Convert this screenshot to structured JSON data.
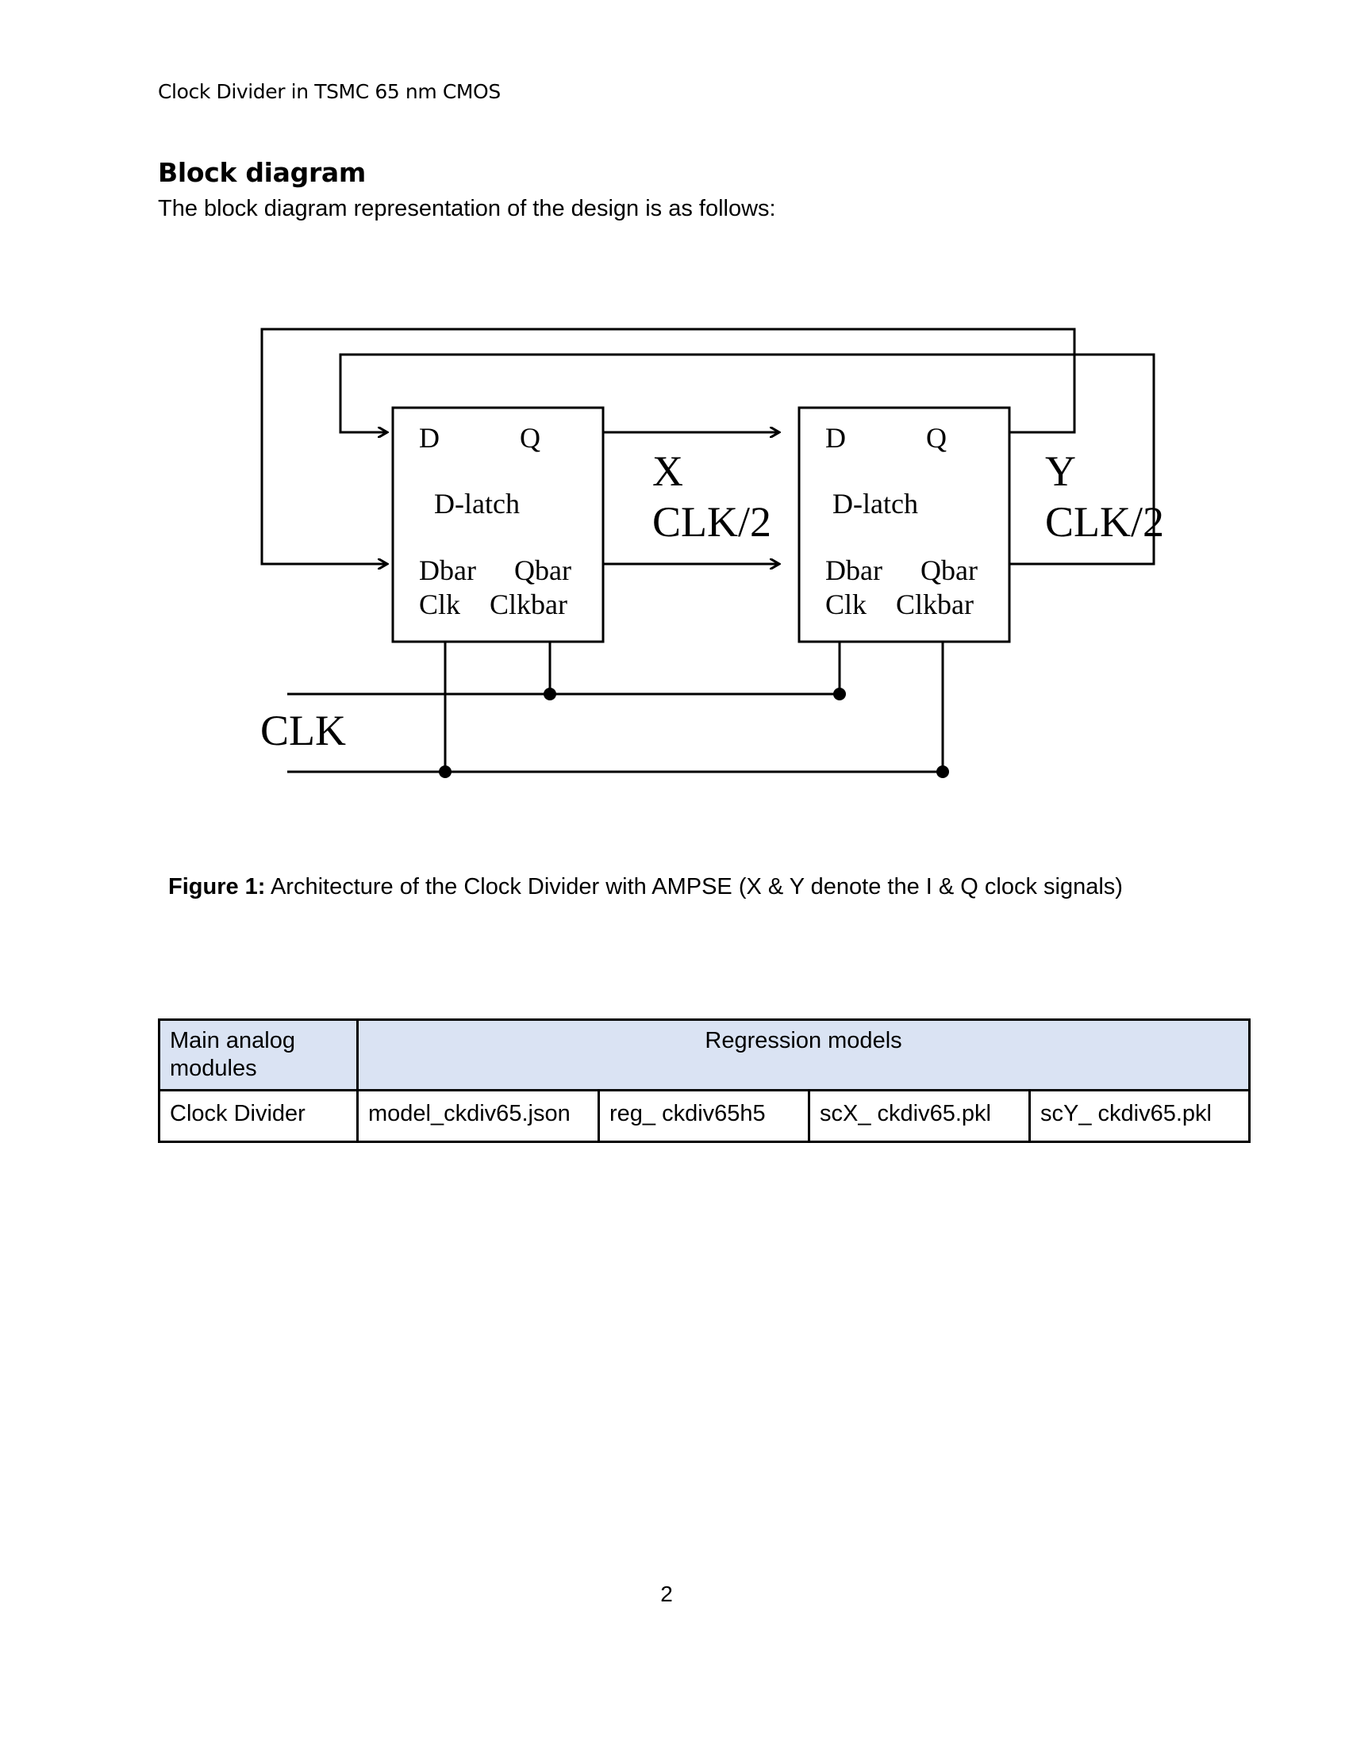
{
  "header": {
    "text": "Clock Divider in TSMC 65 nm CMOS"
  },
  "section": {
    "heading": "Block diagram",
    "intro": "The block diagram representation of the design is as follows:"
  },
  "diagram": {
    "latch1": {
      "d": "D",
      "q": "Q",
      "name": "D-latch",
      "dbar": "Dbar",
      "qbar": "Qbar",
      "clk": "Clk",
      "clkbar": "Clkbar"
    },
    "latch2": {
      "d": "D",
      "q": "Q",
      "name": "D-latch",
      "dbar": "Dbar",
      "qbar": "Qbar",
      "clk": "Clk",
      "clkbar": "Clkbar"
    },
    "x_label": "X",
    "x_freq": "CLK/2",
    "y_label": "Y",
    "y_freq": "CLK/2",
    "clk_label": "CLK"
  },
  "figure": {
    "label": "Figure 1:",
    "caption": "Architecture of the Clock Divider with AMPSE (X & Y denote the I & Q clock signals)"
  },
  "table": {
    "header_col1": "Main analog modules",
    "header_col2": "Regression models",
    "row": {
      "module": "Clock Divider",
      "models": [
        "model_ckdiv65.json",
        "reg_ ckdiv65h5",
        "scX_ ckdiv65.pkl",
        "scY_ ckdiv65.pkl"
      ]
    },
    "header_bg": "#dae3f3"
  },
  "page_number": "2"
}
